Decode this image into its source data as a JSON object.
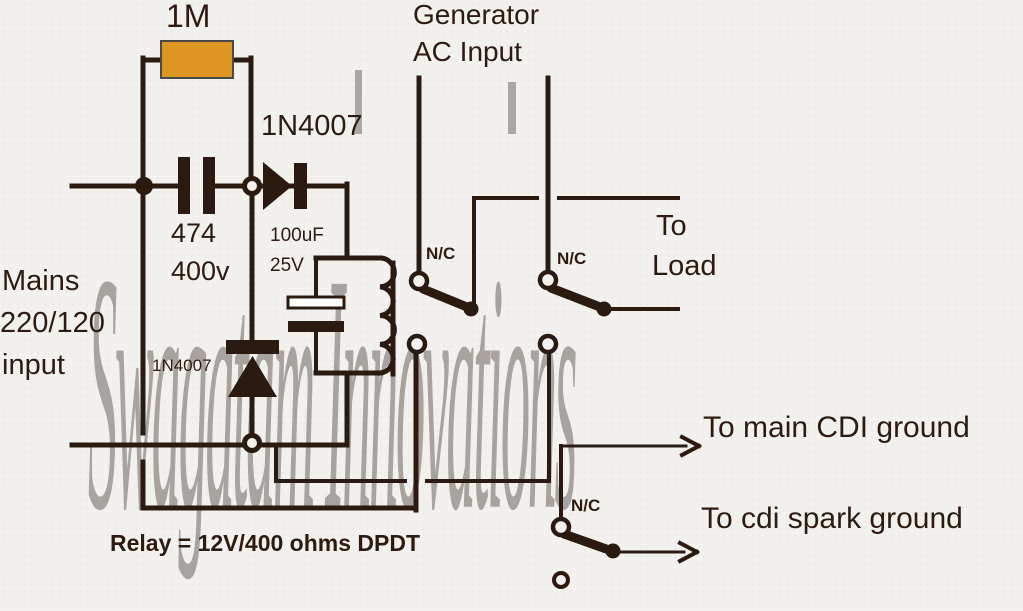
{
  "components": {
    "resistor": {
      "label": "1M"
    },
    "film_capacitor": {
      "code": "474",
      "voltage": "400v"
    },
    "diode_series": {
      "label": "1N4007"
    },
    "diode_shunt": {
      "label": "1N4007"
    },
    "electrolytic_capacitor": {
      "value": "100uF",
      "voltage": "25V"
    },
    "relay_note": "Relay = 12V/400 ohms DPDT"
  },
  "terminals": {
    "mains": {
      "line1": "Mains",
      "line2": "220/120",
      "line3": "input"
    },
    "generator": {
      "line1": "Generator",
      "line2": "AC Input"
    },
    "load": {
      "line1": "To",
      "line2": "Load"
    },
    "main_cdi_ground": "To main CDI ground",
    "cdi_spark_ground": "To cdi spark ground"
  },
  "switches": {
    "nc1": "N/C",
    "nc2": "N/C",
    "nc3": "N/C"
  },
  "watermark": "Swagatam Innovations",
  "colors": {
    "background": "#f2f1ee",
    "line": "#2a1a10",
    "resistor_fill": "#de9522",
    "resistor_border": "#4a4a4a",
    "watermark": "#948d88"
  }
}
